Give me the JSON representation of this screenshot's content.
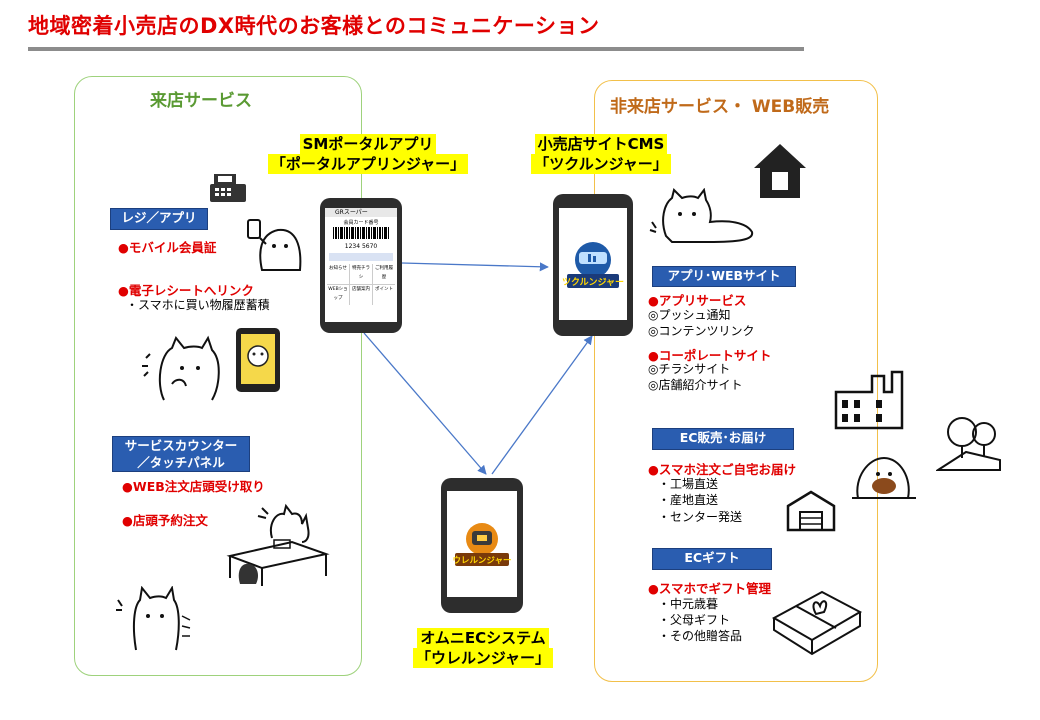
{
  "title": "地域密着小売店のDX時代のお客様とのコミュニケーション",
  "left_panel": {
    "heading": "来店サービス",
    "register_label": "レジ／アプリ",
    "mobile_member": "●モバイル会員証",
    "e_receipt": "●電子レシートへリンク",
    "purchase_history": "・スマホに買い物履歴蓄積",
    "counter_label_line1": "サービスカウンター",
    "counter_label_line2": "／タッチパネル",
    "web_pickup": "●WEB注文店頭受け取り",
    "store_reservation": "●店頭予約注文"
  },
  "sm_app": {
    "line1": "SMポータルアプリ",
    "line2": "「ポータルアプリンジャー」",
    "screen_header": "GRスーパー",
    "member_card": "会員カード番号",
    "barcode_number": "1234 5670",
    "buttons": [
      "お知らせ",
      "特売チラシ",
      "ご利用履歴",
      "WEBショップ",
      "店舗案内",
      "ポイント"
    ]
  },
  "cms": {
    "line1": "小売店サイトCMS",
    "line2": "「ツクルンジャー」",
    "logo_text": "ツクルンジャー"
  },
  "omni": {
    "line1": "オムニECシステム",
    "line2": "「ウレルンジャー」",
    "logo_text": "ウレルンジャー"
  },
  "right_panel": {
    "heading": "非来店サービス・ WEB販売",
    "app_web_label": "アプリ･WEBサイト",
    "app_service": "●アプリサービス",
    "push": "◎プッシュ通知",
    "content_link": "◎コンテンツリンク",
    "corporate_site": "●コーポレートサイト",
    "flyer_site": "◎チラシサイト",
    "store_site": "◎店舗紹介サイト",
    "ec_label": "EC販売･お届け",
    "smartphone_order": "●スマホ注文ご自宅お届け",
    "factory_direct": "・工場直送",
    "origin_direct": "・産地直送",
    "center_ship": "・センター発送",
    "gift_label": "ECギフト",
    "gift_manage": "●スマホでギフト管理",
    "chugen": "・中元歳暮",
    "parents_gift": "・父母ギフト",
    "other_gift": "・その他贈答品"
  }
}
